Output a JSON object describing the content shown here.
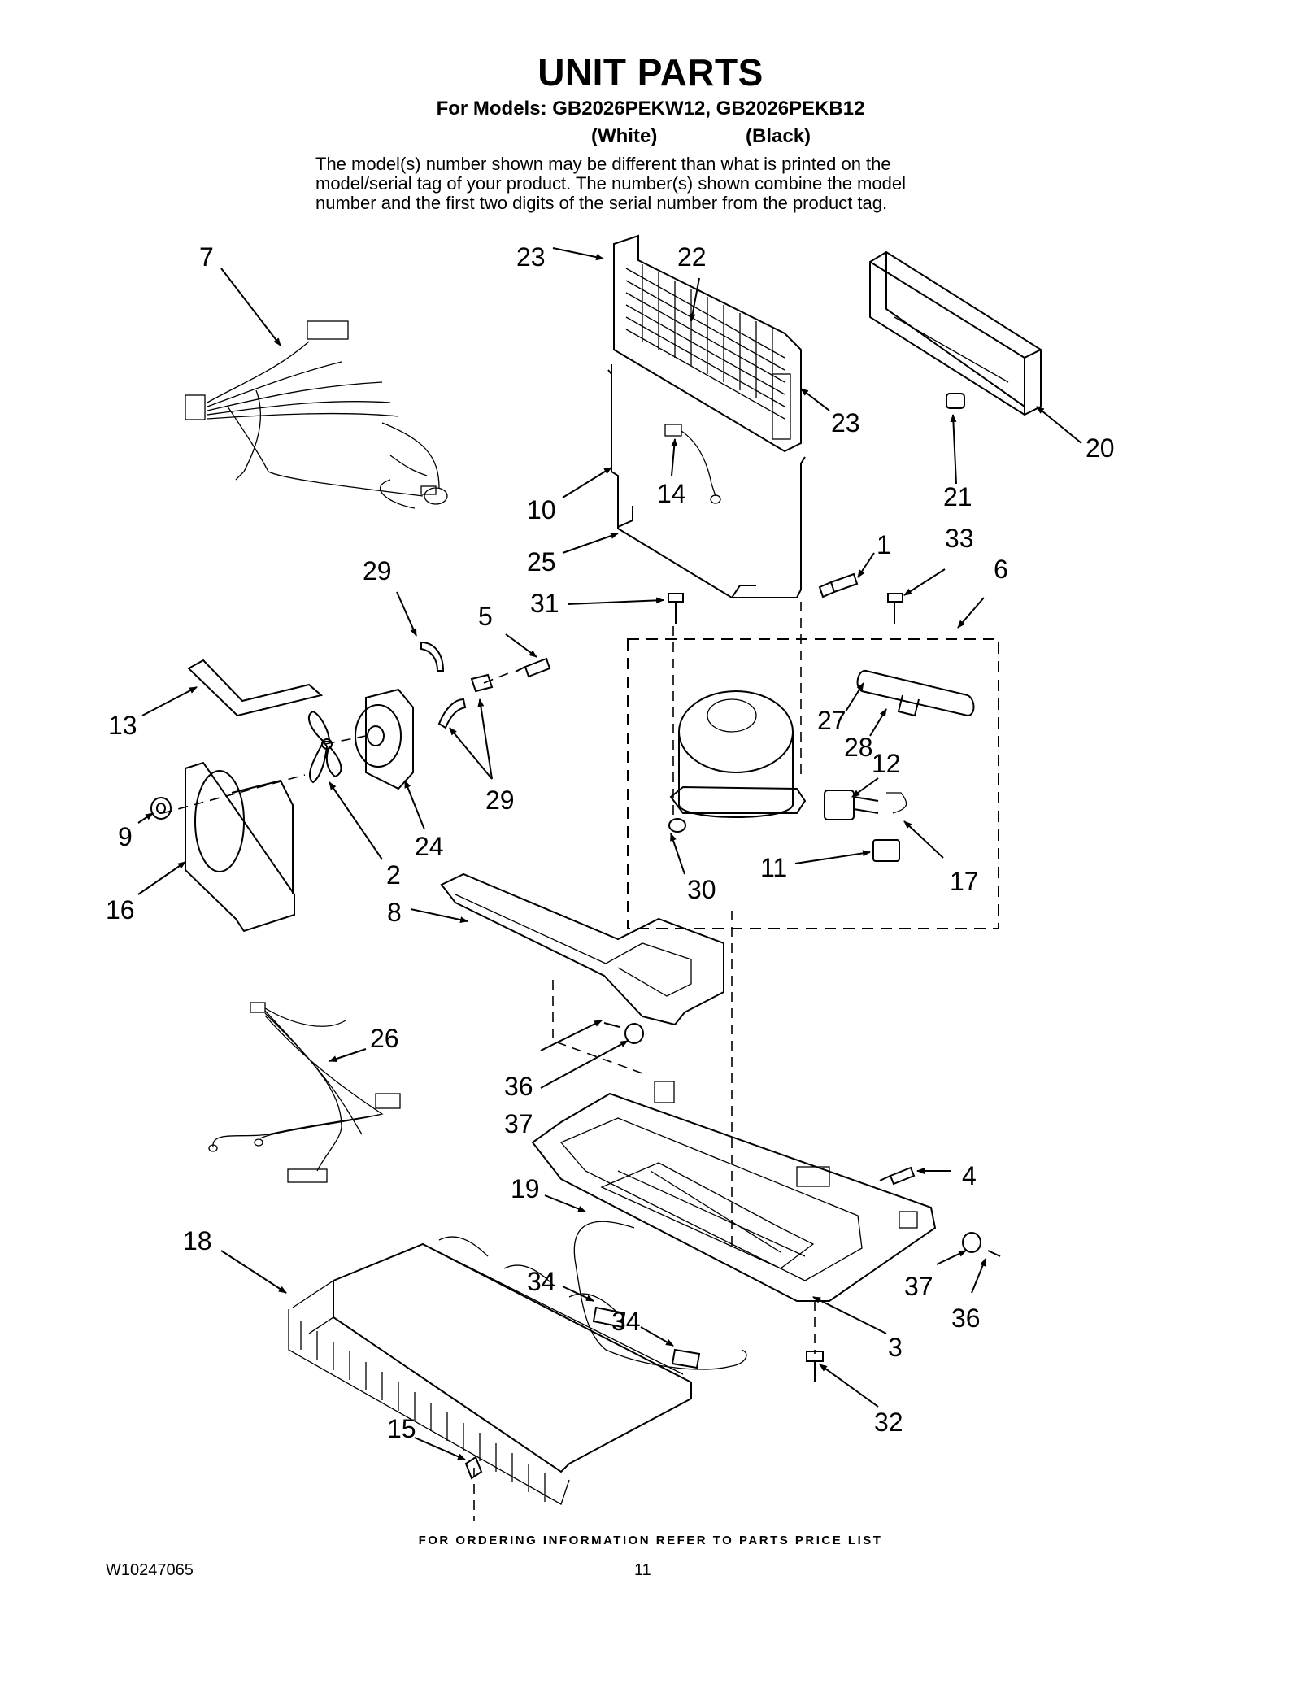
{
  "header": {
    "title": "UNIT PARTS",
    "models": "For Models: GB2026PEKW12, GB2026PEKB12",
    "variant_white": "(White)",
    "variant_black": "(Black)",
    "disclaimer_lines": [
      "The model(s) number shown may be different than what is printed on the",
      "model/serial tag of your product. The number(s) shown combine the model",
      "number and the first two digits of the serial number from the product tag."
    ]
  },
  "callouts": {
    "c7": "7",
    "c23a": "23",
    "c22": "22",
    "c23b": "23",
    "c20": "20",
    "c21": "21",
    "c10": "10",
    "c14": "14",
    "c25": "25",
    "c1": "1",
    "c33": "33",
    "c6": "6",
    "c31": "31",
    "c29a": "29",
    "c5": "5",
    "c13": "13",
    "c29b": "29",
    "c27": "27",
    "c28": "28",
    "c12": "12",
    "c9": "9",
    "c24": "24",
    "c2": "2",
    "c16": "16",
    "c11": "11",
    "c30": "30",
    "c17": "17",
    "c8": "8",
    "c26": "26",
    "c36a": "36",
    "c37a": "37",
    "c4": "4",
    "c19": "19",
    "c18": "18",
    "c34a": "34",
    "c37b": "37",
    "c36b": "36",
    "c34b": "34",
    "c3": "3",
    "c15": "15",
    "c32": "32"
  },
  "footer": {
    "ordering_note": "FOR ORDERING INFORMATION REFER TO PARTS PRICE LIST",
    "doc_number": "W10247065",
    "page_number": "11"
  }
}
